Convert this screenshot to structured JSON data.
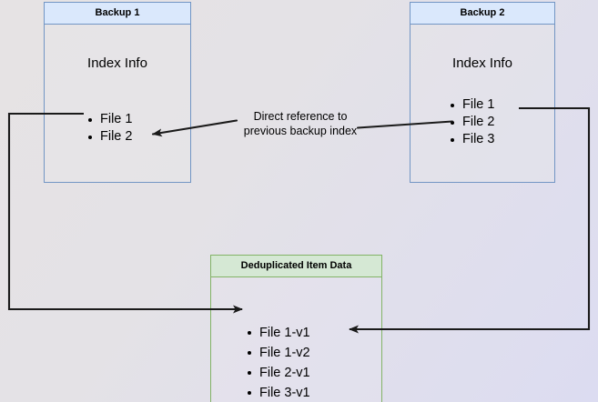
{
  "diagram": {
    "title_hidden": "Backup deduplication reference diagram",
    "colors": {
      "blue_border": "#7295c4",
      "blue_header_fill": "#dae8fc",
      "green_border": "#82b366",
      "green_header_fill": "#d5e8d4",
      "edge_stroke": "#1a1a1a",
      "background_start": "#e6e3e4",
      "background_end": "#dcdcf1"
    }
  },
  "backup1": {
    "header": "Backup 1",
    "section_label": "Index Info",
    "files": [
      "File 1",
      "File 2"
    ]
  },
  "backup2": {
    "header": "Backup 2",
    "section_label": "Index Info",
    "files": [
      "File 1",
      "File 2",
      "File 3"
    ]
  },
  "dedup": {
    "header": "Deduplicated Item Data",
    "files": [
      "File 1-v1",
      "File 1-v2",
      "File 2-v1",
      "File 3-v1"
    ]
  },
  "caption": {
    "line1": "Direct reference to",
    "line2": "previous backup index"
  },
  "edges": [
    {
      "name": "backup2-index-to-backup1-index",
      "from": "Backup 2 / File 2",
      "to": "Backup 1 / File 2",
      "label": "Direct reference to previous backup index",
      "arrowhead": "end"
    },
    {
      "name": "backup1-file1-to-dedup-file1v1",
      "from": "Backup 1 / File 1",
      "to": "Deduplicated Item Data / File 1-v1",
      "arrowhead": "end"
    },
    {
      "name": "backup2-file1-to-dedup-file1v2",
      "from": "Backup 2 / File 1",
      "to": "Deduplicated Item Data / File 1-v2",
      "arrowhead": "end"
    }
  ]
}
